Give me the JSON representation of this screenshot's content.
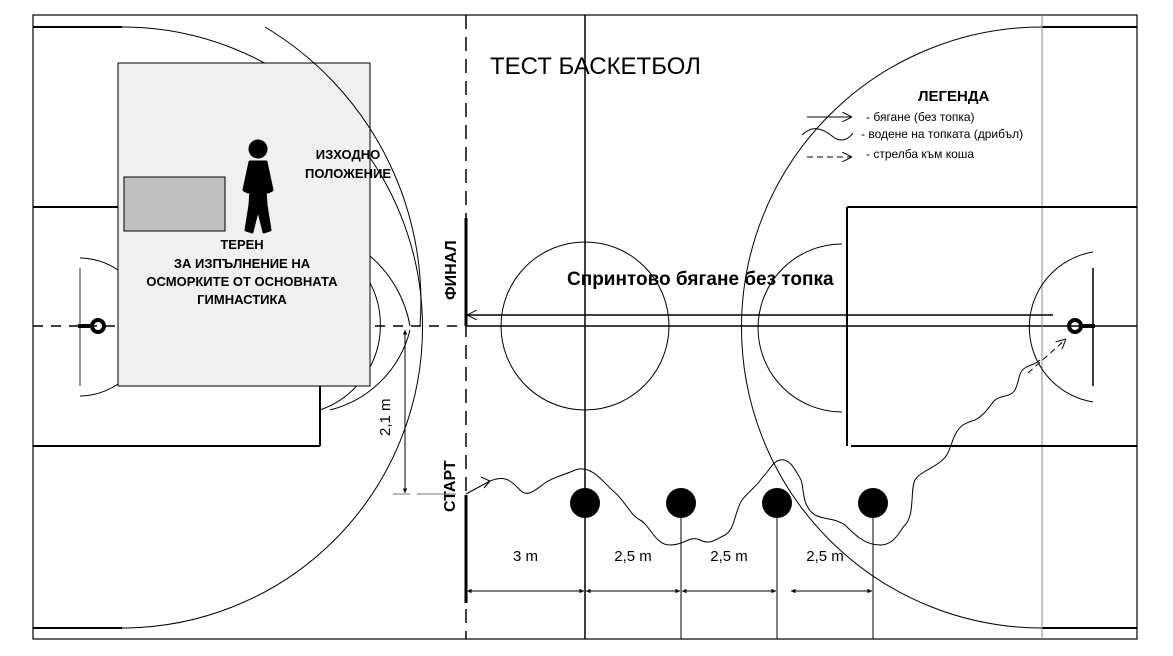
{
  "title": "ТЕСТ БАСКЕТБОЛ",
  "colors": {
    "line": "#000000",
    "gym_area_fill": "#f0f0f0",
    "mat_fill": "#bfbfbf",
    "background": "#ffffff"
  },
  "legend": {
    "heading": "ЛЕГЕНДА",
    "items": [
      {
        "symbol": "solid-arrow",
        "label": "- бягане (без топка)"
      },
      {
        "symbol": "wavy-line",
        "label": "- водене на топката (дрибъл)"
      },
      {
        "symbol": "dashed-arrow",
        "label": "- стрелба към коша"
      }
    ]
  },
  "labels": {
    "start_position": [
      "ИЗХОДНО",
      "ПОЛОЖЕНИЕ"
    ],
    "gym_area": [
      "ТЕРЕН",
      "ЗА ИЗПЪЛНЕНИЕ НА",
      "ОСМОРКИТЕ ОТ ОСНОВНАТА",
      "ГИМНАСТИКА"
    ],
    "finish": "ФИНАЛ",
    "start": "СТАРТ",
    "sprint": "Спринтово бягане без топка",
    "start_offset": "2,1 m"
  },
  "distances": [
    "3 m",
    "2,5 m",
    "2,5 m",
    "2,5 m"
  ],
  "cones_count": 4
}
